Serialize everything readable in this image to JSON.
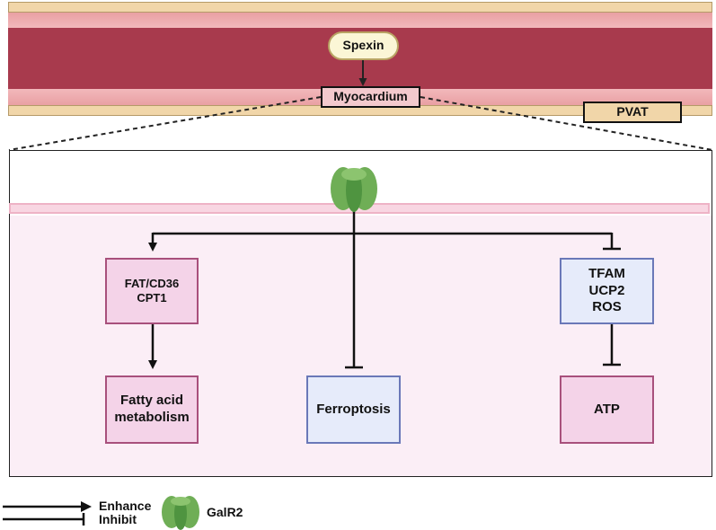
{
  "vessel": {
    "spexin": "Spexin",
    "myocardium": "Myocardium",
    "pvat": "PVAT"
  },
  "cell": {
    "receptor_icon": "galr2-receptor-icon",
    "fat_cd36": "FAT/CD36",
    "cpt1": "CPT1",
    "fatty_acid_line1": "Fatty acid",
    "fatty_acid_line2": "metabolism",
    "ferroptosis": "Ferroptosis",
    "tfam": "TFAM",
    "ucp2": "UCP2",
    "ros": "ROS",
    "atp": "ATP"
  },
  "legend": {
    "enhance": "Enhance",
    "inhibit": "Inhibit",
    "galr2": "GalR2"
  }
}
